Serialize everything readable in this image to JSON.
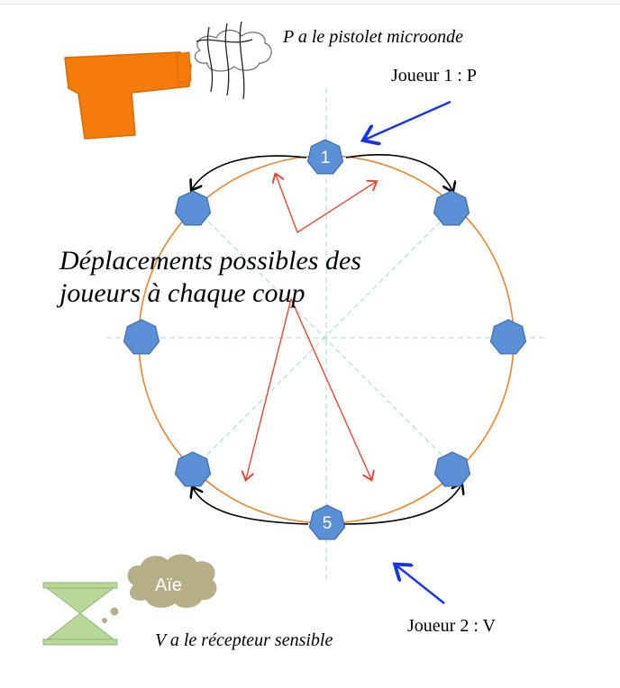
{
  "captions": {
    "pistol_owner": "P a le pistolet microonde",
    "receiver_owner": "V a le récepteur sensible",
    "player1": "Joueur 1 : P",
    "player2": "Joueur 2 : V",
    "main_text_line1": "Déplacements possibles des",
    "main_text_line2": "joueurs à chaque coup"
  },
  "nodes": {
    "top_label": "1",
    "bottom_label": "5"
  },
  "speech_cloud": {
    "text": "Aïe"
  },
  "colors": {
    "circle": "#e8862e",
    "node_fill": "#5b8fd6",
    "node_stroke": "#3d6cb0",
    "pistol": "#f57c0a",
    "hourglass": "#b8d89a",
    "blue_arrow": "#1733e8",
    "red_arrow": "#e8452e",
    "guide_lines": "#a8d8d8",
    "cloud_beige": "#b6ae86"
  },
  "icons": {
    "pistol": "pistol-icon",
    "hourglass": "hourglass-icon"
  }
}
